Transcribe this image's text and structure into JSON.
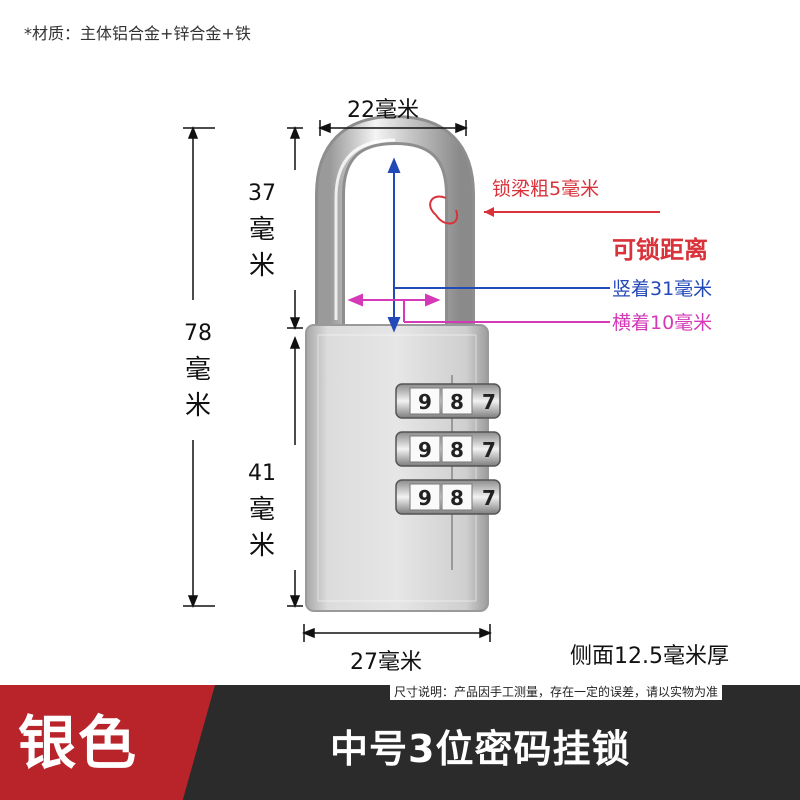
{
  "material_note": "*材质：主体铝合金+锌合金+铁",
  "dimensions": {
    "shackle_width": "22毫米",
    "shackle_height_num": "37",
    "shackle_height_unit": [
      "毫",
      "米"
    ],
    "total_height_num": "78",
    "total_height_unit": [
      "毫",
      "米"
    ],
    "body_height_num": "41",
    "body_height_unit": [
      "毫",
      "米"
    ],
    "body_width": "27毫米",
    "side_thickness": "侧面12.5毫米厚"
  },
  "callouts": {
    "shackle_thickness": "锁梁粗5毫米",
    "lockable_distance_title": "可锁距离",
    "vertical": "竖着31毫米",
    "horizontal": "横着10毫米"
  },
  "dials": [
    [
      "9",
      "8",
      "7"
    ],
    [
      "9",
      "8",
      "7"
    ],
    [
      "9",
      "8",
      "7"
    ]
  ],
  "disclaimer": "尺寸说明：产品因手工测量，存在一定的误差，请以实物为准",
  "color_label": "银色",
  "product_title": "中号3位密码挂锁",
  "colors": {
    "red_accent": "#d9323a",
    "blue_accent": "#2349b8",
    "magenta_accent": "#d43ab8",
    "bar_dark": "#2b2b2b",
    "tab_red": "#b8242a"
  }
}
